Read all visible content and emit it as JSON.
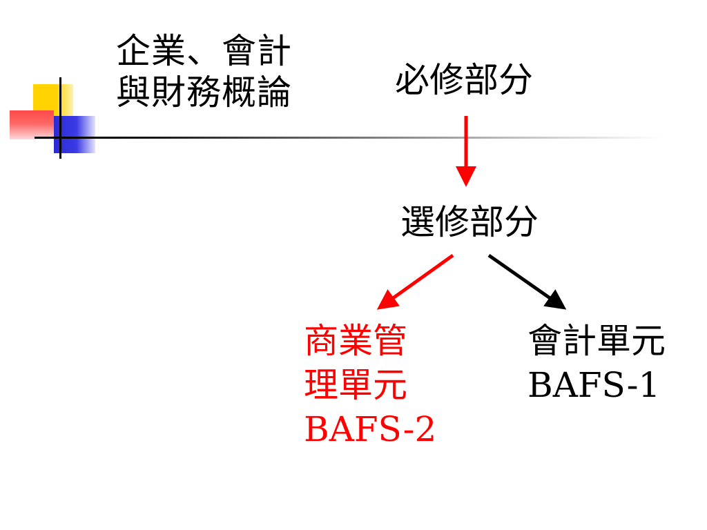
{
  "title": "企業、會計\n與財務概論",
  "nodes": {
    "required": "必修部分",
    "elective": "選修部分",
    "business": "商業管\n理單元\nBAFS-2",
    "accounting": "會計單元\nBAFS-1"
  },
  "colors": {
    "red": "#ff0000",
    "black": "#000000"
  }
}
